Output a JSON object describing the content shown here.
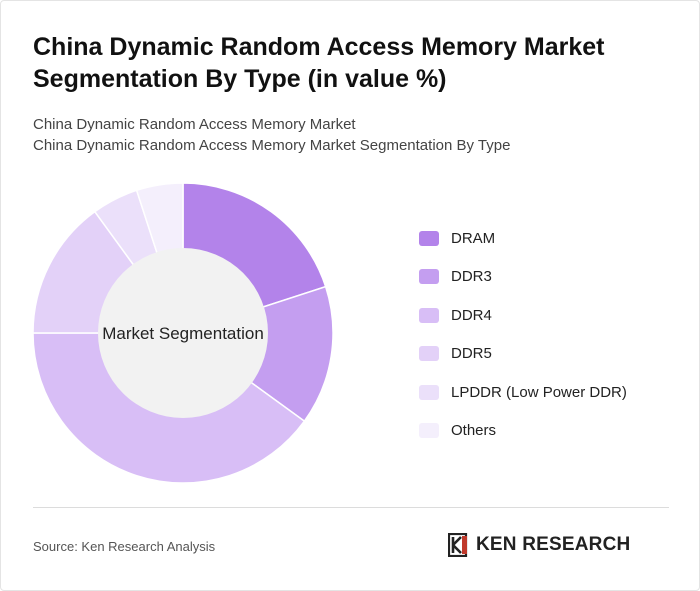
{
  "header": {
    "title": "China Dynamic Random Access Memory Market Segmentation By Type (in value %)",
    "subtitle_line1": "China Dynamic Random Access Memory Market",
    "subtitle_line2": "China Dynamic Random Access Memory Market Segmentation By Type"
  },
  "chart_data": {
    "type": "pie",
    "variant": "donut",
    "center_label": "Market Segmentation",
    "categories": [
      "DRAM",
      "DDR3",
      "DDR4",
      "DDR5",
      "LPDDR (Low Power DDR)",
      "Others"
    ],
    "values": [
      20,
      15,
      40,
      15,
      5,
      5
    ],
    "colors": [
      "#b383ea",
      "#c49ef0",
      "#d8bef6",
      "#e3d1f8",
      "#ebe0fa",
      "#f4effc"
    ],
    "legend_position": "right"
  },
  "footer": {
    "source": "Source: Ken Research Analysis",
    "logo_text": "KEN RESEARCH"
  }
}
